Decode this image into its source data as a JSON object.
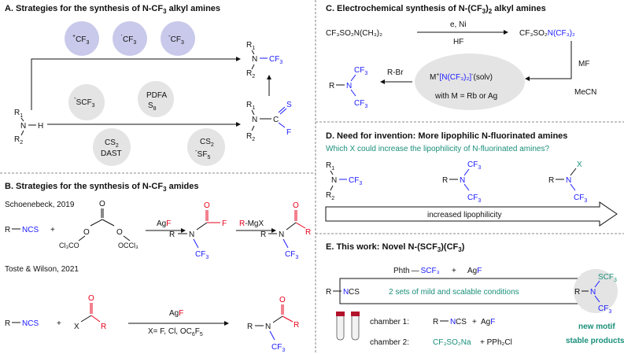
{
  "sectionA": {
    "title": "A. Strategies for the synthesis of N-CF",
    "title_sub": "3",
    "title_end": " alkyl amines",
    "r1": "R",
    "r1sub": "1",
    "r2": "R",
    "r2sub": "2",
    "n": "N",
    "h": "H",
    "plus_cf3": "CF",
    "cf3_sub": "3",
    "minus_cf3": "CF",
    "scf3": "SCF",
    "pdfa": "PDFA",
    "s8": "S",
    "s8sub": "8",
    "cs2": "CS",
    "cs2sub": "2",
    "dast": "DAST",
    "sf5": "SF",
    "sf5sub": "5",
    "f": "F",
    "s": "S",
    "c": "C",
    "plus": "+",
    "minus": "-"
  },
  "sectionB": {
    "title": "B. Strategies for the synthesis of N-CF",
    "title_sub": "3",
    "title_end": " amides",
    "ref1": "Schoenebeck, 2019",
    "ref2": "Toste  & Wilson, 2021",
    "rnc": "R",
    "ncs": "NCS",
    "plus": "+",
    "cl3co": "Cl₃CO",
    "occl3": "OCCl₃",
    "o": "O",
    "agf_ag": "Ag",
    "agf_f": "F",
    "rmgx_r": "R",
    "rmgx_rest": "-MgX",
    "x": "X",
    "x_cond": "X= F, Cl, OC",
    "x_cond_sub1": "6",
    "x_cond_mid": "F",
    "x_cond_sub2": "5"
  },
  "sectionC": {
    "title": "C. Electrochemical synthesis of N-(CF",
    "title_sub": "3",
    "title_end": ")",
    "title_sub2": "2",
    "title_tail": " alkyl amines",
    "reagent": "CF₃SO₂N(CH₃)₂",
    "cond1": "e, Ni",
    "cond2": "HF",
    "product_black": "CF₃SO₂",
    "product_blue": "N(CF₃)₂",
    "mf": "MF",
    "mecn": "MeCN",
    "salt_m": "M",
    "salt_plus": "+",
    "salt_blue": "[N(CF₃)₂]",
    "salt_minus": "-",
    "salt_solv": "(solv)",
    "salt_with": "with M = Rb or Ag",
    "rbr": "R-Br"
  },
  "sectionD": {
    "title": "D. Need for invention: More lipophilic N-fluorinated amines",
    "question": "Which X could increase the lipophilicity of N-fluorinated amines?",
    "arrow_label": "increased lipophilicity"
  },
  "sectionE": {
    "title": "E. This work: Novel N-(SCF",
    "title_sub": "3",
    "title_mid": ")(CF",
    "title_sub2": "3",
    "title_end": ")",
    "phth": "Phth",
    "scf3": "SCF₃",
    "agf_ag": "Ag",
    "agf_f": "F",
    "plus": "+",
    "conditions": "2 sets of mild and scalable conditions",
    "chamber1": "chamber 1:",
    "chamber2": "chamber 2:",
    "c2_reagent": "CF₃SO₂Na",
    "c2_add": "+ PPh₂Cl",
    "motif1": "new motif",
    "motif2": "stable products"
  },
  "colors": {
    "blue": "#1a1aff",
    "red": "#e8001c",
    "teal": "#1a8f7a",
    "lavender": "#c9c9eb",
    "gray": "#e4e4e4"
  }
}
